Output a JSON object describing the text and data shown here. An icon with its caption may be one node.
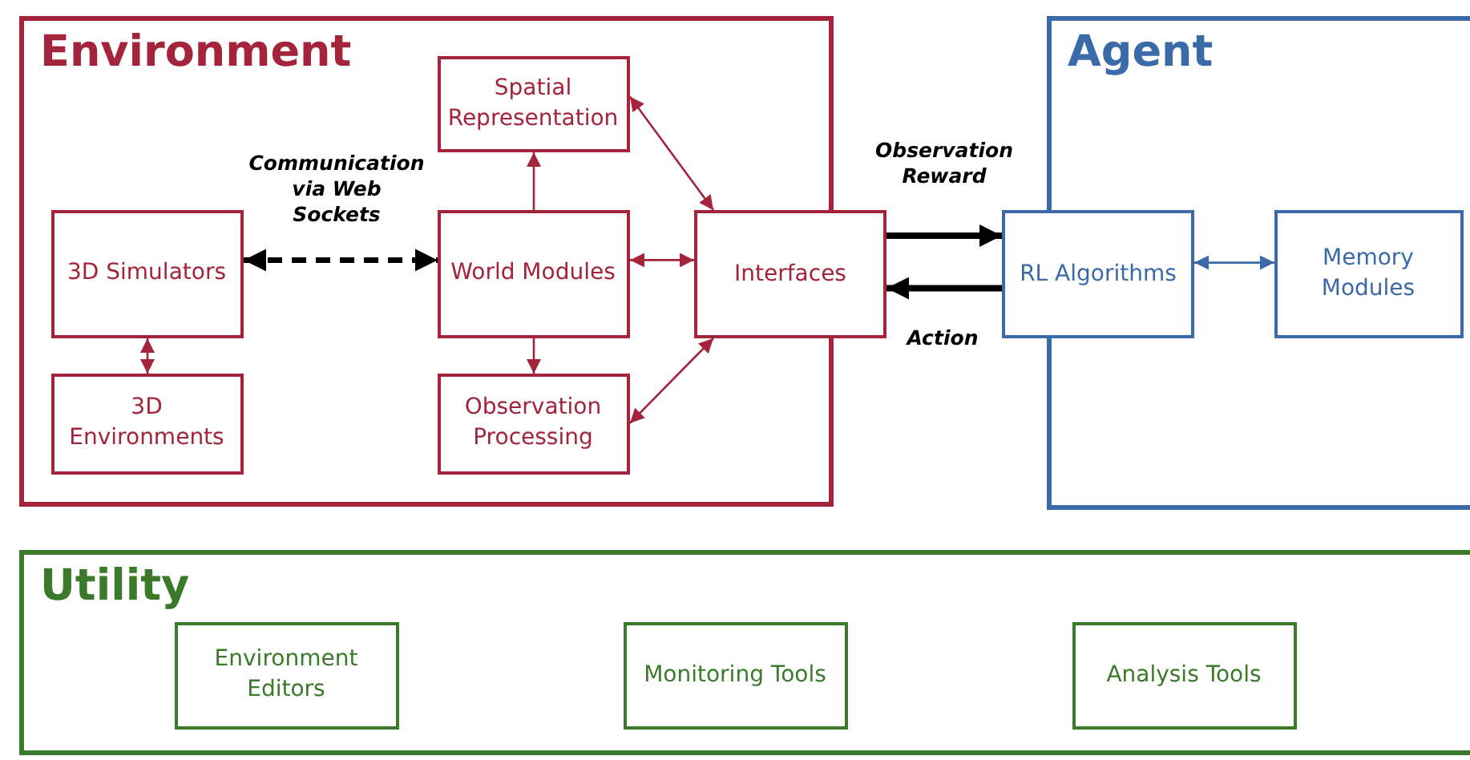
{
  "diagram": {
    "nodes": [
      {
        "text": [
          "Environment"
        ]
      },
      {
        "text": [
          "Spatial Representation"
        ],
        "in": 0
      },
      {
        "text": [
          "3D Simulators"
        ],
        "in": 0
      },
      {
        "text": [
          "World Modules"
        ],
        "in": 0
      },
      {
        "text": [
          "Interfaces"
        ]
      },
      {
        "text": [
          "3D Environments"
        ],
        "in": 0
      },
      {
        "text": [
          "Observation Processing"
        ],
        "in": 0
      },
      {
        "text": [
          "Agent"
        ]
      },
      {
        "text": [
          "RL Algorithms"
        ]
      },
      {
        "text": [
          "Memory Modules"
        ],
        "in": 7
      },
      {
        "text": [
          "Utility"
        ]
      },
      {
        "text": [
          "Environment Editors"
        ],
        "in": 10
      },
      {
        "text": [
          "Monitoring Tools"
        ],
        "in": 10
      },
      {
        "text": [
          "Analysis Tools"
        ],
        "in": 10
      }
    ],
    "edges": [
      {
        "from": 2,
        "to": 3,
        "arrow": "both",
        "style": "dashed",
        "color": "#000000",
        "label": "Communication via Web Sockets"
      },
      {
        "from": 2,
        "to": 5,
        "arrow": "both"
      },
      {
        "from": 3,
        "to": 1,
        "arrow": "to"
      },
      {
        "from": 3,
        "to": 6,
        "arrow": "to"
      },
      {
        "from": 3,
        "to": 4,
        "arrow": "both"
      },
      {
        "from": 4,
        "to": 1,
        "arrow": "both"
      },
      {
        "from": 4,
        "to": 6,
        "arrow": "both"
      },
      {
        "from": 4,
        "to": 8,
        "arrow": "to",
        "style": "thick",
        "color": "#000000",
        "label": "Observation Reward"
      },
      {
        "from": 8,
        "to": 4,
        "arrow": "to",
        "style": "thick",
        "color": "#000000",
        "label": "Action"
      },
      {
        "from": 8,
        "to": 9,
        "arrow": "both",
        "color": "#3a6aa8"
      }
    ]
  }
}
